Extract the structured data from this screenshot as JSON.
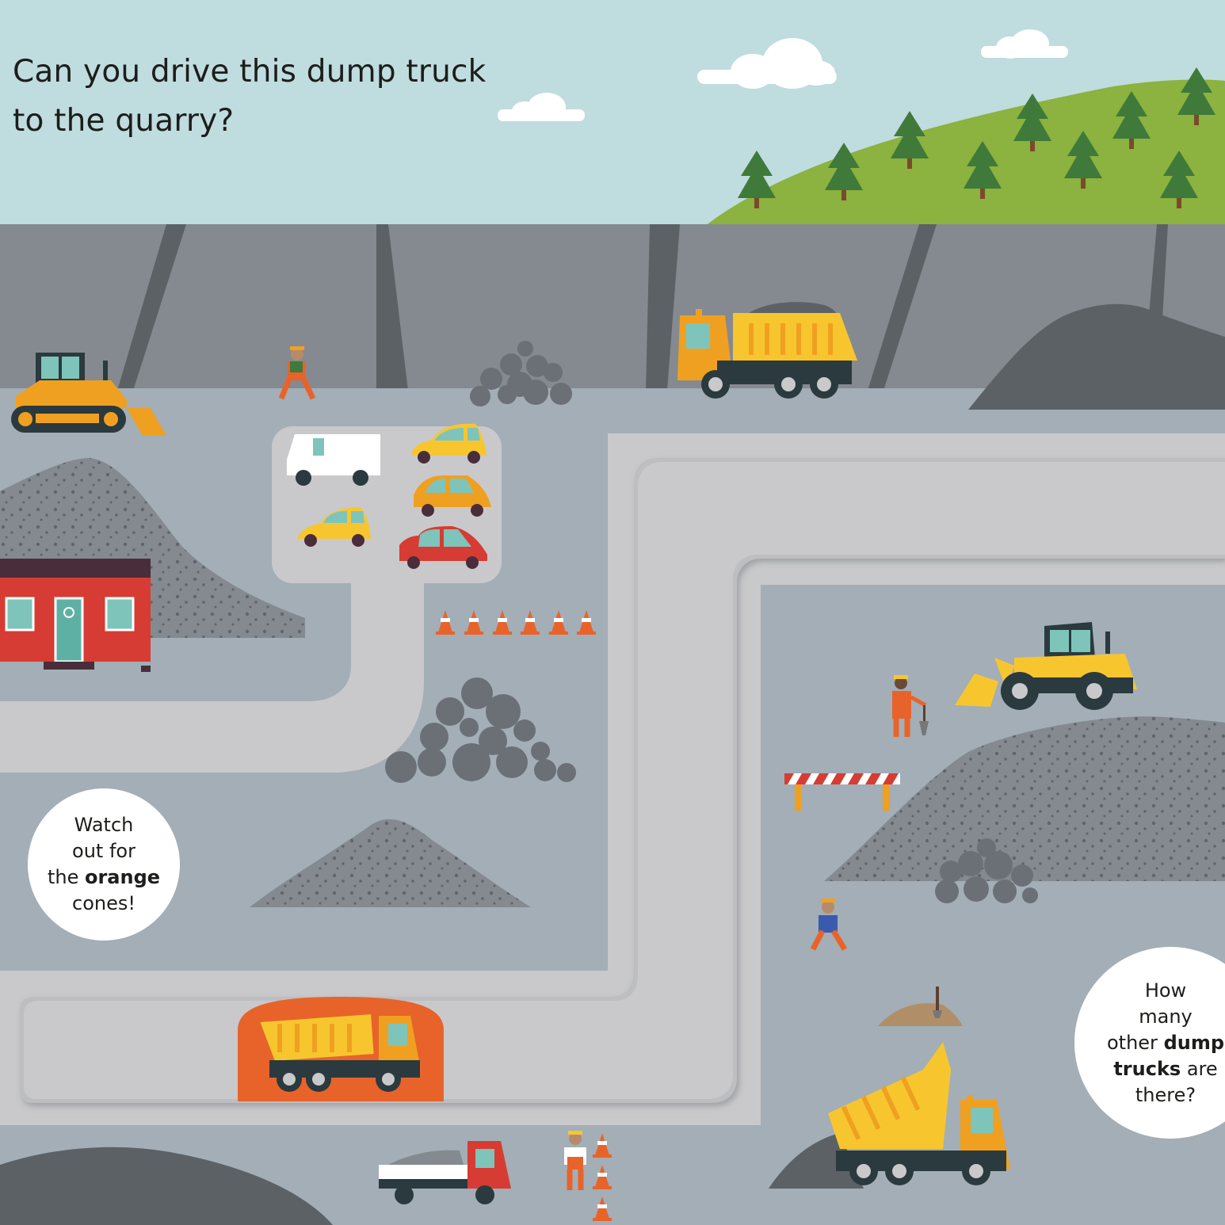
{
  "question": {
    "line1": "Can you drive this dump truck",
    "line2": "to the quarry?"
  },
  "tip_bubble": {
    "line1": "Watch",
    "line2": "out for",
    "line3_plain": "the ",
    "line3_bold": "orange",
    "line4": "cones!"
  },
  "count_bubble": {
    "line1": "How",
    "line2": "many",
    "line3_plain": "other ",
    "line3_bold": "dump",
    "line4_bold": "trucks",
    "line4_plain": " are",
    "line5": "there?"
  },
  "colors": {
    "sky": "#bfdcdf",
    "cliff": "#848a8f",
    "ground": "#a3aeb6",
    "road": "#c9c9cb",
    "hill": "#8cb23f",
    "tree": "#3f7a3a",
    "truck_yellow": "#f7c62f",
    "tunnel_orange": "#e8632a",
    "house_red": "#d63c33",
    "cone_orange": "#e8632a"
  }
}
